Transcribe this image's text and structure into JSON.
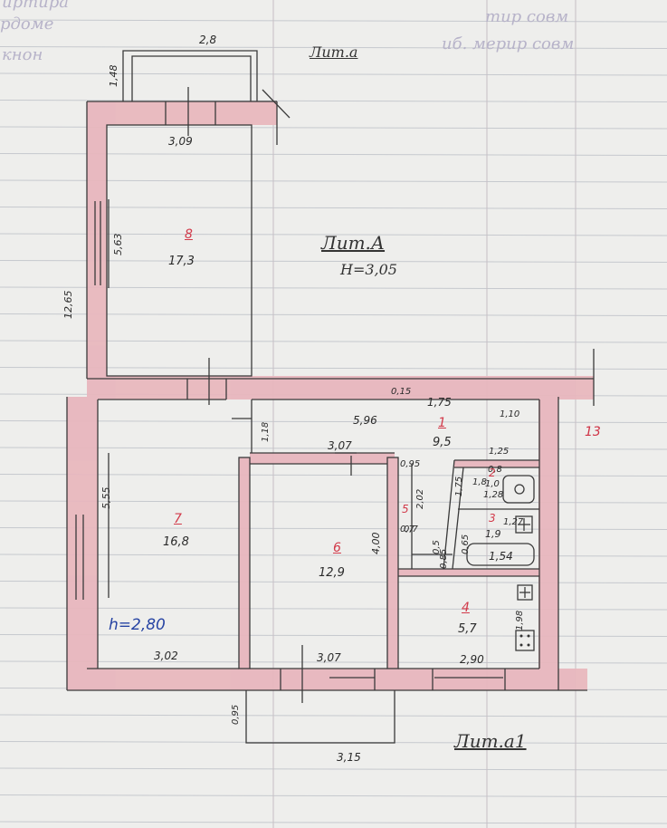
{
  "header": {
    "left_lines": [
      "иртира",
      "рдоме",
      "кнон"
    ],
    "right_top": "тир совм",
    "right_mid": "иб. мерир совм"
  },
  "labels": {
    "lit_a_top": "Лит.а",
    "lit_a_main": "Лит.А",
    "height_main": "Н=3,05",
    "lit_a1": "Лит.а1",
    "room7_height": "h=2,80"
  },
  "dimensions": {
    "top_bay": "2,8",
    "top_left_small": "1,48",
    "room8_width": "3,09",
    "room8_depth": "5,63",
    "left_total": "12,65",
    "corridor_length": "5,96",
    "corridor_right": "1,75",
    "corridor_small": "0,15",
    "corridor_end": "1,10",
    "corridor_depth": "1,18",
    "room6_width_top": "3,07",
    "room6_width_bottom": "3,07",
    "room6_depth": "4,00",
    "room7_depth": "5,55",
    "room7_width": "3,02",
    "kitchen_width": "2,90",
    "kitchen_depth": "1,98",
    "bath_width": "1,25",
    "bath_small": "0,95",
    "wc_depth": "1,75",
    "wc_w": "0,8",
    "closet_depth": "2,02",
    "closet_w": "0,7",
    "closet_a": "0,5",
    "closet_b": "0,85",
    "closet_c": "0,65",
    "bath_b": "1,54",
    "bath_c": "1,27",
    "wc_b": "1,28",
    "wc_c": "1,8",
    "bottom_offset": "0,95",
    "bottom_bay": "3,15",
    "right_mark": "13"
  },
  "rooms": [
    {
      "num": "8",
      "area": "17,3"
    },
    {
      "num": "1",
      "area": "9,5"
    },
    {
      "num": "7",
      "area": "16,8"
    },
    {
      "num": "6",
      "area": "12,9"
    },
    {
      "num": "5",
      "area": "0,7"
    },
    {
      "num": "2",
      "area": "1,0"
    },
    {
      "num": "3",
      "area": "1,9"
    },
    {
      "num": "4",
      "area": "5,7"
    }
  ],
  "colors": {
    "wall": "#e8b8bf",
    "ink": "#333333",
    "grid": "#c9ccd0",
    "red_ink": "#d23a4a",
    "blue_ink": "#2744a3"
  }
}
